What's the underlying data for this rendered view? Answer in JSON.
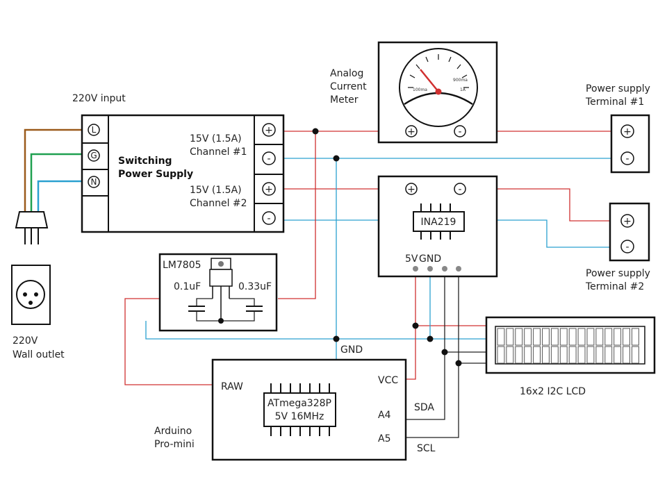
{
  "labels": {
    "input_220": "220V input",
    "wall_outlet_1": "220V",
    "wall_outlet_2": "Wall outlet",
    "sps_1": "Switching",
    "sps_2": "Power Supply",
    "ch1_1": "15V (1.5A)",
    "ch1_2": "Channel #1",
    "ch2_1": "15V (1.5A)",
    "ch2_2": "Channel #2",
    "term_L": "L",
    "term_G": "G",
    "term_N": "N",
    "analog_1": "Analog",
    "analog_2": "Current",
    "analog_3": "Meter",
    "meter_100ma": "100ma",
    "meter_900ma": "900ma",
    "meter_1a": "1A",
    "pst1_1": "Power supply",
    "pst1_2": "Terminal #1",
    "pst2_1": "Power supply",
    "pst2_2": "Terminal #2",
    "ina219": "INA219",
    "ina_5v": "5V",
    "ina_gnd": "GND",
    "lm7805": "LM7805",
    "cap1": "0.1uF",
    "cap2": "0.33uF",
    "gnd_label": "GND",
    "raw": "RAW",
    "vcc": "VCC",
    "a4": "A4",
    "a5": "A5",
    "sda": "SDA",
    "scl": "SCL",
    "atmega_1": "ATmega328P",
    "atmega_2": "5V 16MHz",
    "arduino_1": "Arduino",
    "arduino_2": "Pro-mini",
    "lcd": "16x2 I2C LCD",
    "plus": "+",
    "minus": "-"
  }
}
